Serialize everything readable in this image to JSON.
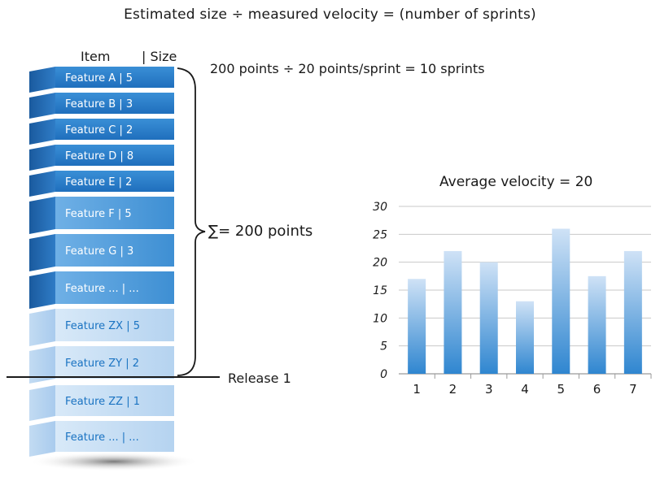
{
  "title": "Estimated size ÷ measured velocity = (number of sprints)",
  "backlog": {
    "header_item": "Item",
    "header_size": "| Size",
    "items": [
      {
        "label": "Feature A | 5"
      },
      {
        "label": "Feature B | 3"
      },
      {
        "label": "Feature C | 2"
      },
      {
        "label": "Feature D | 8"
      },
      {
        "label": "Feature E | 2"
      },
      {
        "label": "Feature F | 5"
      },
      {
        "label": "Feature G | 3"
      },
      {
        "label": "Feature ... | ..."
      },
      {
        "label": "Feature ZX | 5"
      },
      {
        "label": "Feature ZY | 2"
      },
      {
        "label": "Feature ZZ | 1"
      },
      {
        "label": "Feature ... | ..."
      }
    ]
  },
  "formula": "200 points ÷ 20 points/sprint = 10 sprints",
  "sum_label": "∑= 200 points",
  "release_label": "Release 1",
  "chart_data": {
    "type": "bar",
    "title": "Average velocity = 20",
    "categories": [
      "1",
      "2",
      "3",
      "4",
      "5",
      "6",
      "7"
    ],
    "values": [
      17,
      22,
      20,
      13,
      26,
      17.5,
      22
    ],
    "ylim": [
      0,
      30
    ],
    "yticks": [
      "0",
      "5",
      "10",
      "15",
      "20",
      "25",
      "30"
    ],
    "grid": true,
    "colors": {
      "bar_top": "#cfe2f6",
      "bar_bottom": "#2f86d0",
      "grid": "#c8c8c8"
    }
  }
}
